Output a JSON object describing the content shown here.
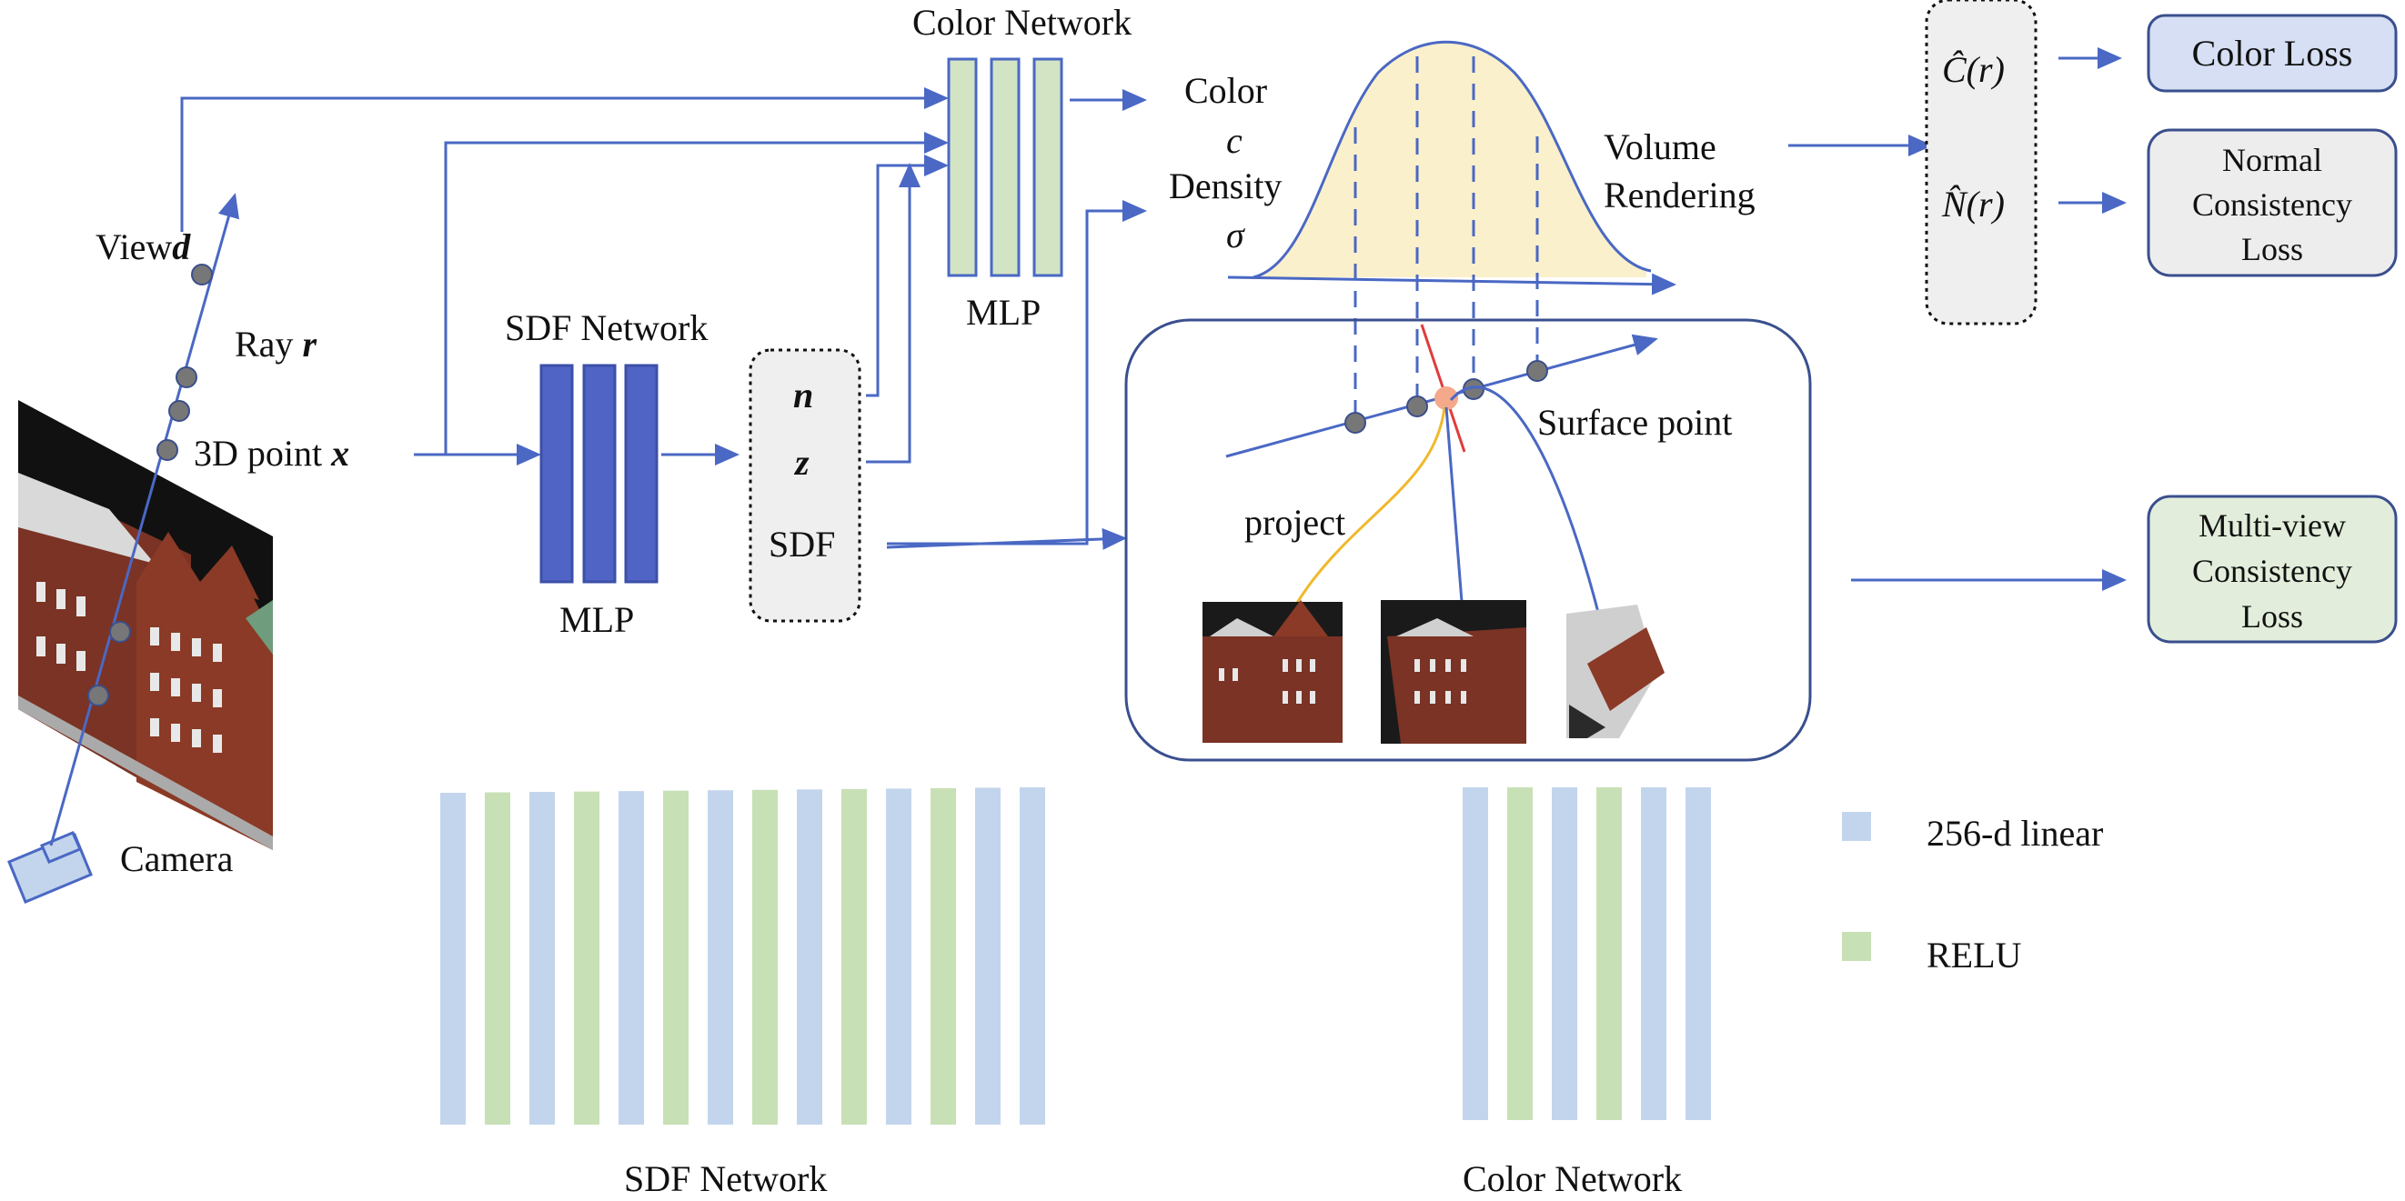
{
  "colors": {
    "arrow": "#4a68c4",
    "sdf_mlp": "#4f64c4",
    "color_mlp": "#d3e4c4",
    "linear_layer": "#c3d5ec",
    "relu_layer": "#c8e0b6",
    "curve_fill": "#fbf0cc",
    "project_arrow": "#f0b82c",
    "surface_point": "#f4a98a",
    "tangent_line": "#e03c3c",
    "color_loss_fill": "#d6dff3",
    "normal_loss_fill": "#ededed",
    "multiview_loss_fill": "#e2eedb"
  },
  "labels": {
    "color_network_title": "Color Network",
    "color_mlp": "MLP",
    "sdf_network_title": "SDF Network",
    "sdf_mlp": "MLP",
    "view": "View",
    "view_var": "d",
    "ray": "Ray ",
    "ray_var": "r",
    "point": "3D point ",
    "point_var": "x",
    "camera": "Camera",
    "out_n": "n",
    "out_z": "z",
    "out_sdf": "SDF",
    "color_word": "Color",
    "color_var": "c",
    "density_word": "Density",
    "density_var": "σ",
    "volume": "Volume",
    "rendering": "Rendering",
    "surface_point": "Surface point",
    "project": "project",
    "c_hat": "Ĉ(r)",
    "n_hat": "N̂(r)",
    "color_loss": "Color Loss",
    "normal_loss_l1": "Normal",
    "normal_loss_l2": "Consistency",
    "normal_loss_l3": "Loss",
    "mv_loss_l1": "Multi-view",
    "mv_loss_l2": "Consistency",
    "mv_loss_l3": "Loss",
    "legend_linear": "256-d linear",
    "legend_relu": "RELU",
    "bottom_sdf_network": "SDF Network",
    "bottom_color_network": "Color Network"
  },
  "architecture": {
    "sdf_layers": [
      "linear",
      "relu",
      "linear",
      "relu",
      "linear",
      "relu",
      "linear",
      "relu",
      "linear",
      "relu",
      "linear",
      "relu",
      "linear",
      "linear"
    ],
    "color_layers": [
      "linear",
      "relu",
      "linear",
      "relu",
      "linear",
      "linear"
    ]
  }
}
